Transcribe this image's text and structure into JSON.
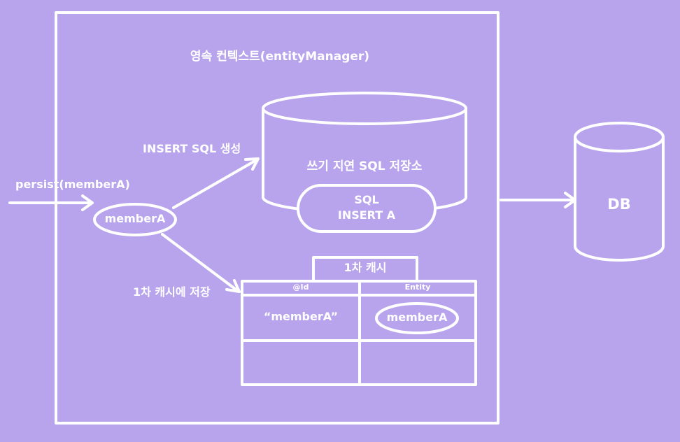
{
  "colors": {
    "background": "#b8a4ec",
    "stroke": "#ffffff",
    "text": "#ffffff"
  },
  "context_title": "영속 컨텍스트(entityManager)",
  "persist_call": "persist(memberA)",
  "entity_oval": "memberA",
  "sql_generate_label": "INSERT SQL 생성",
  "write_behind_store": {
    "title": "쓰기 지연 SQL 저장소",
    "sql_line1": "SQL",
    "sql_line2": "INSERT A"
  },
  "first_level_cache": {
    "title": "1차 캐시",
    "save_label": "1차 캐시에 저장",
    "columns": [
      "@Id",
      "Entity"
    ],
    "rows": [
      {
        "id": "“memberA”",
        "entity": "memberA"
      },
      {
        "id": "",
        "entity": ""
      }
    ]
  },
  "db_label": "DB"
}
